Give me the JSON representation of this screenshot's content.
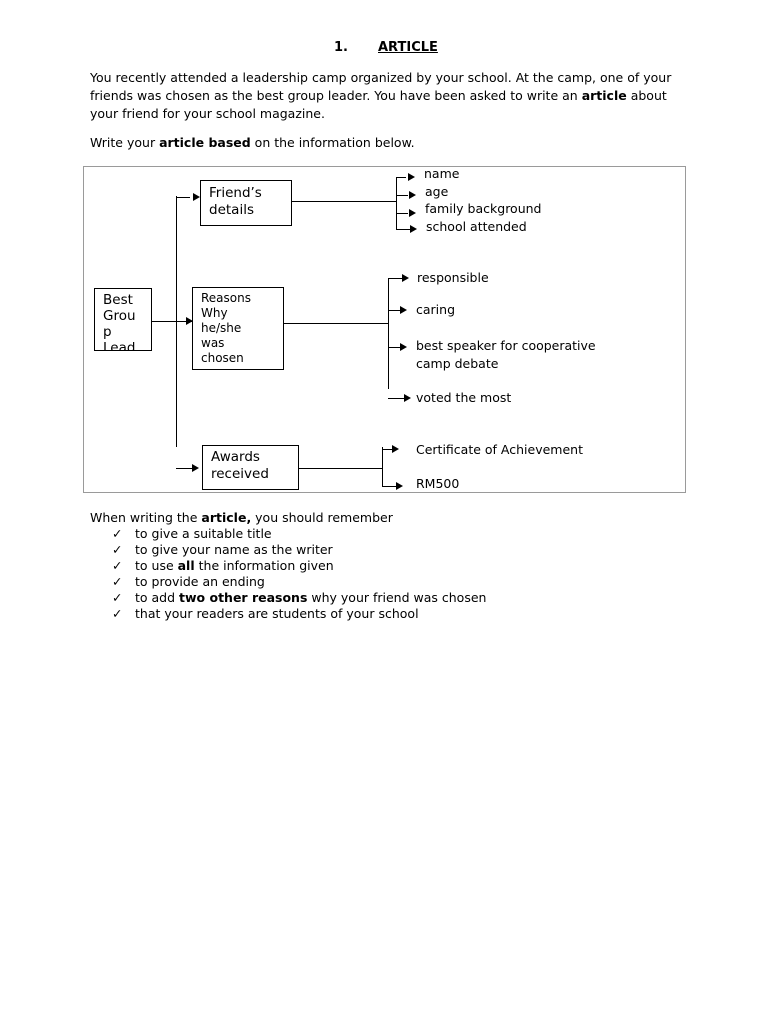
{
  "heading": {
    "number": "1.",
    "title": "ARTICLE"
  },
  "intro": {
    "p1_a": "You recently attended a leadership camp organized by your school.  At the camp, one of your friends was chosen as the best group leader.  You have been asked to write an ",
    "p1_b": "article",
    "p1_c": " about your friend for your school magazine.",
    "p2_a": "Write your ",
    "p2_b": "article based",
    "p2_c": " on the information below."
  },
  "diagram": {
    "root": [
      "Best",
      "Grou",
      "p",
      "Lead"
    ],
    "friends_details": [
      "Friend’s",
      "details"
    ],
    "reasons": [
      "Reasons",
      "Why",
      "he/she",
      "was",
      "chosen"
    ],
    "awards": [
      "Awards",
      "received"
    ],
    "details_items": [
      "name",
      "age",
      "family background",
      "school attended"
    ],
    "reasons_items": [
      "responsible",
      "caring",
      "best speaker for cooperative",
      "camp debate",
      "voted the most"
    ],
    "awards_items": [
      "Certificate of Achievement",
      "RM500"
    ]
  },
  "remember": {
    "a": "When writing the ",
    "b": "article,",
    "c": " you should remember",
    "tick": "✓",
    "items": [
      {
        "a": "to give  a suitable title",
        "b": "",
        "c": ""
      },
      {
        "a": "to give your name as the writer",
        "b": "",
        "c": ""
      },
      {
        "a": "to use ",
        "b": "all",
        "c": " the information given"
      },
      {
        "a": "to provide an ending",
        "b": "",
        "c": ""
      },
      {
        "a": "to add ",
        "b": "two other reasons",
        "c": " why your friend was chosen"
      },
      {
        "a": "that your readers are students of your school",
        "b": "",
        "c": ""
      }
    ]
  }
}
